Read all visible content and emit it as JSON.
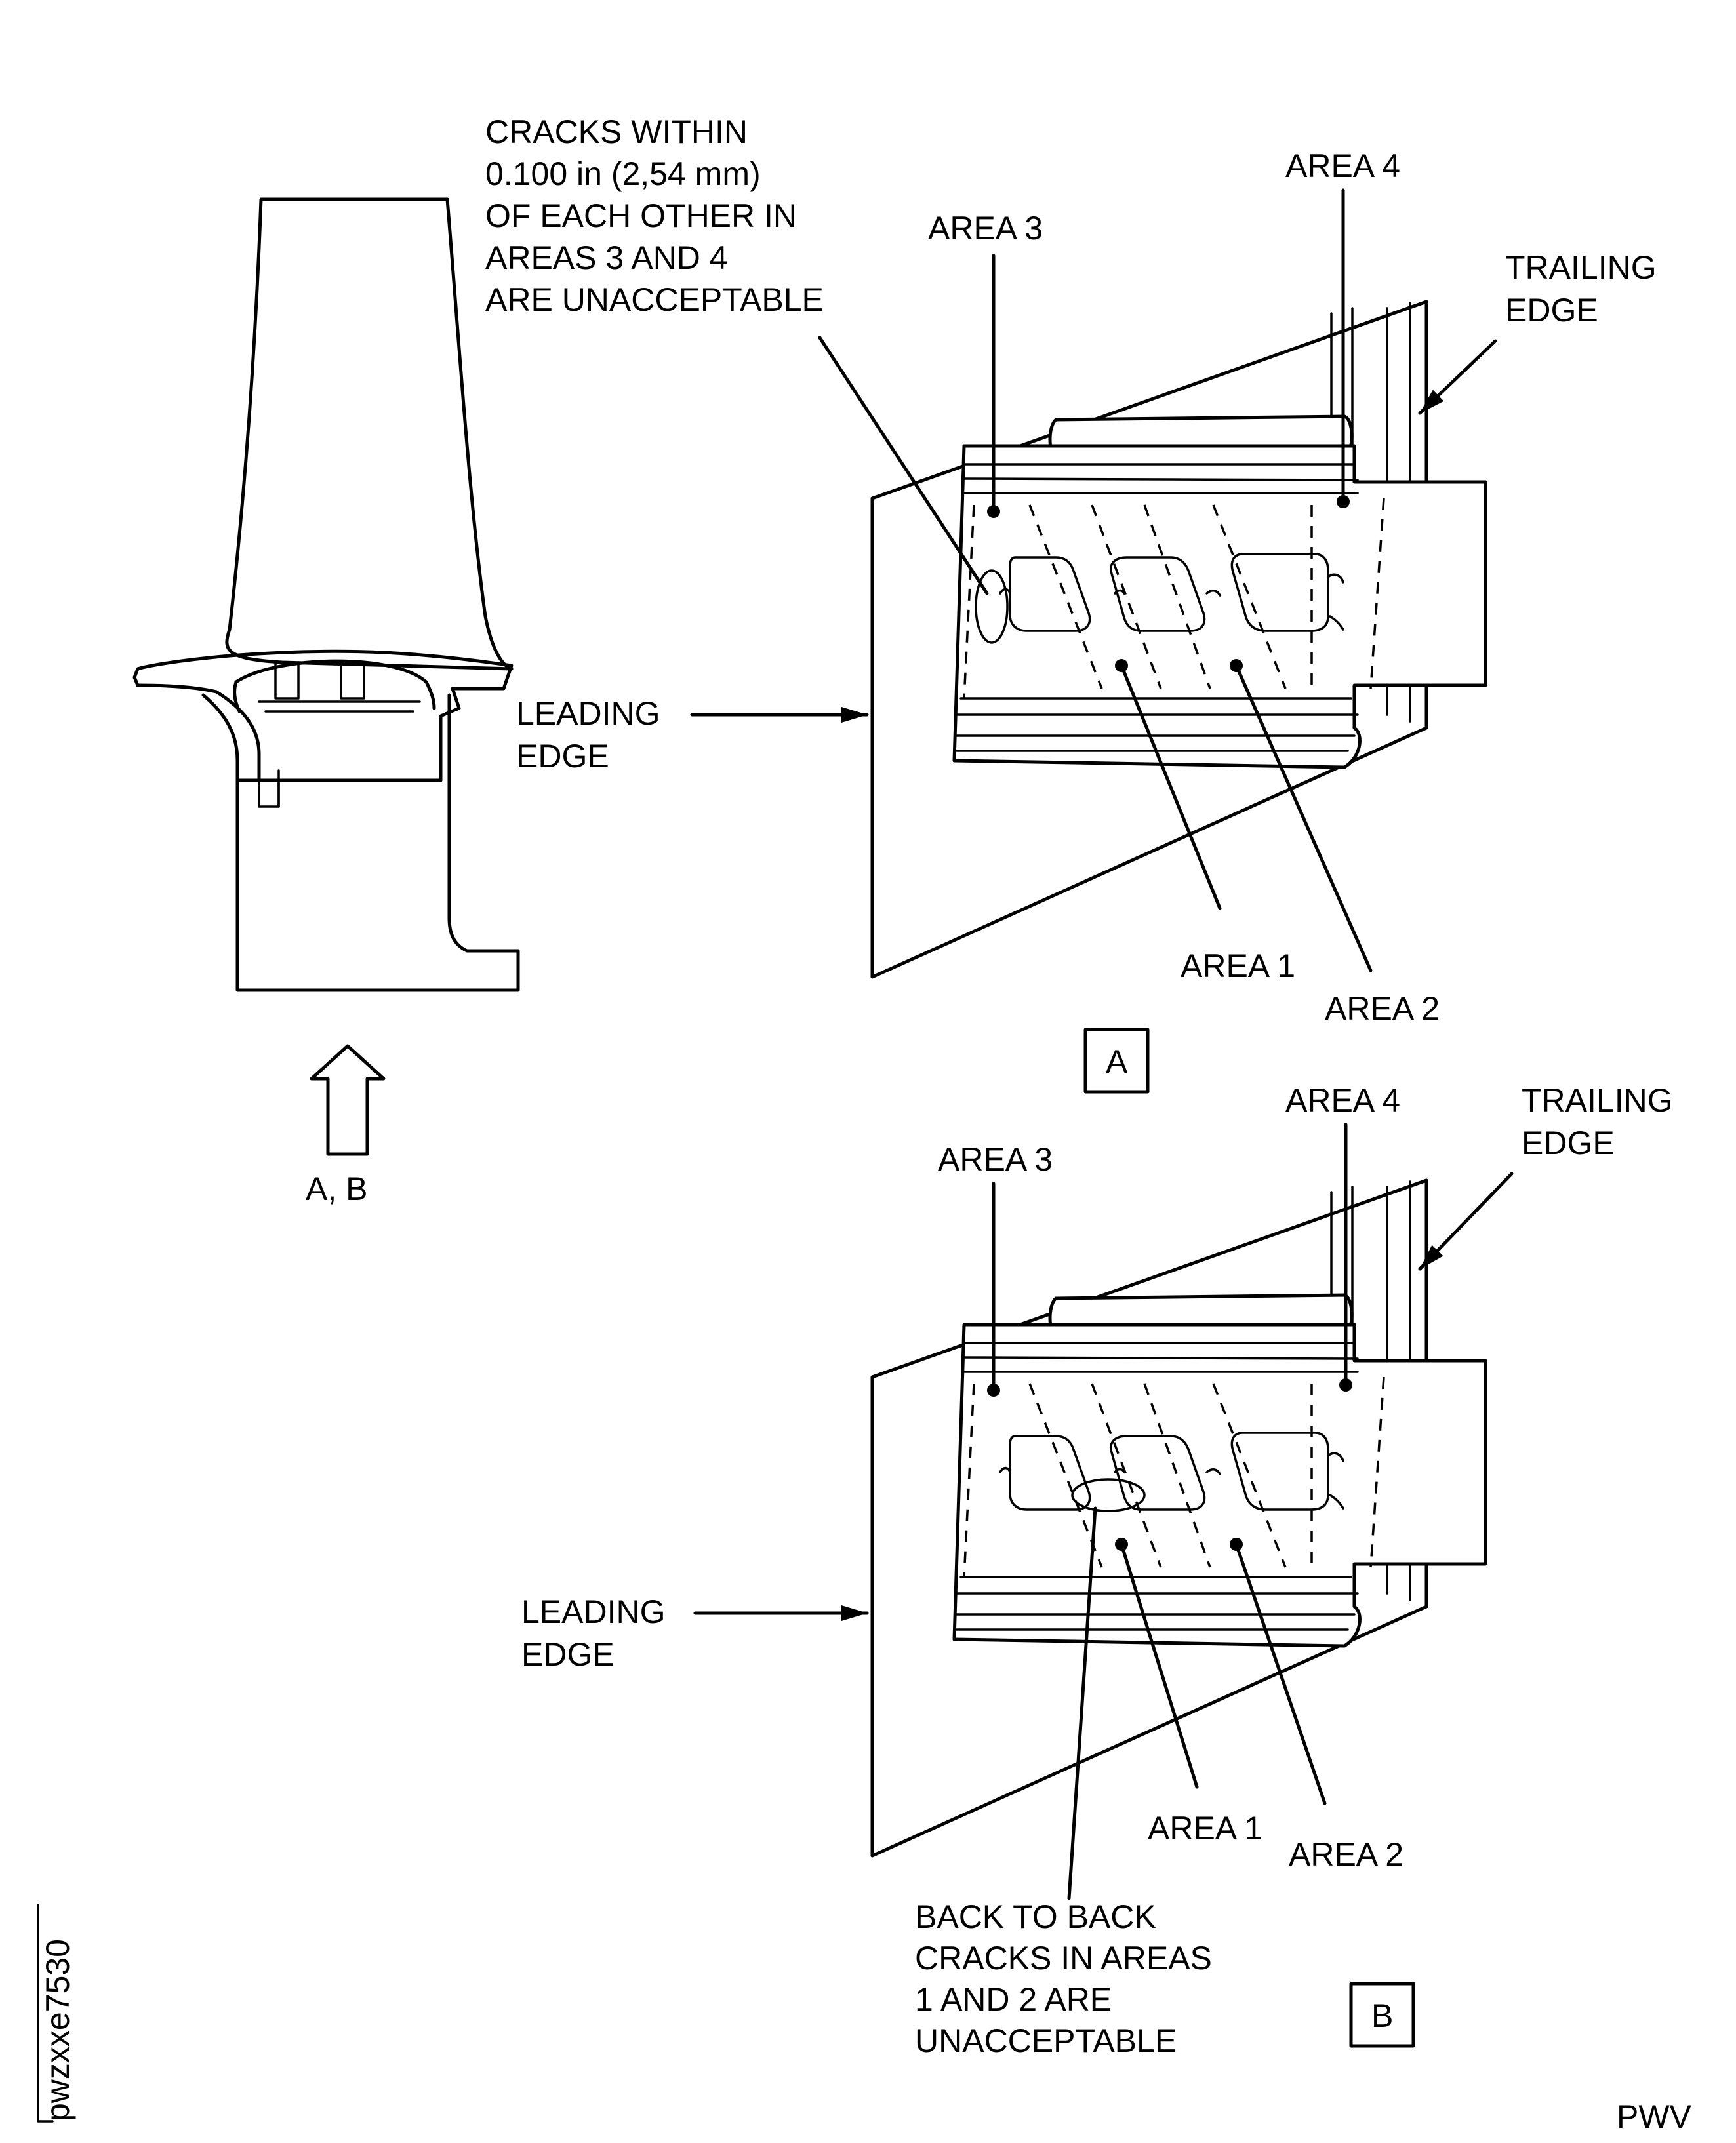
{
  "blade_view": {
    "view_arrow_label": "A, B"
  },
  "detail_a": {
    "crack_note": [
      "CRACKS WITHIN",
      "0.100 in (2,54 mm)",
      "OF EACH OTHER IN",
      "AREAS 3 AND 4",
      "ARE UNACCEPTABLE"
    ],
    "area_3": "AREA 3",
    "area_4": "AREA 4",
    "area_1": "AREA 1",
    "area_2": "AREA 2",
    "trailing_edge": [
      "TRAILING",
      "EDGE"
    ],
    "leading_edge": [
      "LEADING",
      "EDGE"
    ],
    "detail_label": "A"
  },
  "detail_b": {
    "area_3": "AREA 3",
    "area_4": "AREA 4",
    "area_1": "AREA 1",
    "area_2": "AREA 2",
    "trailing_edge": [
      "TRAILING",
      "EDGE"
    ],
    "leading_edge": [
      "LEADING",
      "EDGE"
    ],
    "crack_note": [
      "BACK TO BACK",
      "CRACKS IN AREAS",
      "1 AND 2 ARE",
      "UNACCEPTABLE"
    ],
    "detail_label": "B"
  },
  "figure_id": "pwzxxe7530",
  "footer_code": "PWV"
}
